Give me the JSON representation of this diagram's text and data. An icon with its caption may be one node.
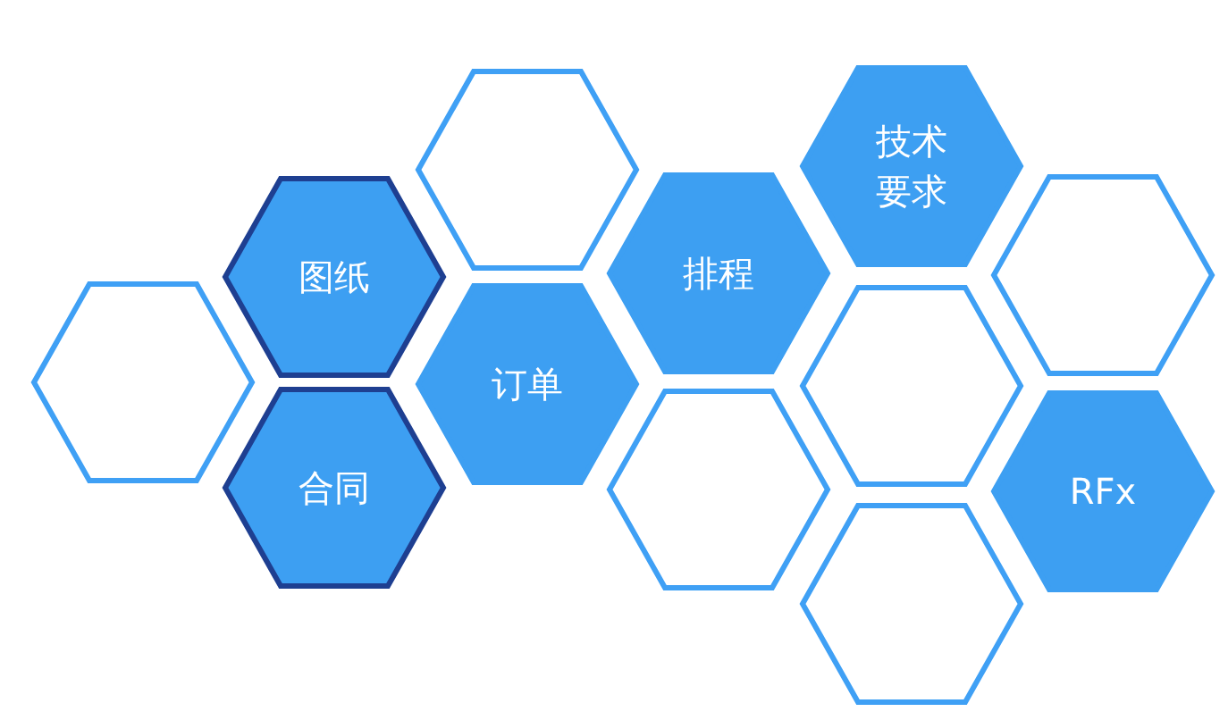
{
  "diagram": {
    "nodes": [
      {
        "text": [],
        "shape": "hexagon"
      },
      {
        "text": [
          "图纸"
        ]
      },
      {
        "text": [
          "合同"
        ]
      },
      {
        "text": [],
        "shape": "hexagon"
      },
      {
        "text": [
          "订单"
        ]
      },
      {
        "text": [
          "排程"
        ]
      },
      {
        "text": [],
        "shape": "hexagon"
      },
      {
        "text": [
          "技术要求"
        ]
      },
      {
        "text": [],
        "shape": "hexagon"
      },
      {
        "text": [],
        "shape": "hexagon"
      },
      {
        "text": [],
        "shape": "hexagon"
      },
      {
        "text": [
          "RFx"
        ]
      }
    ]
  }
}
